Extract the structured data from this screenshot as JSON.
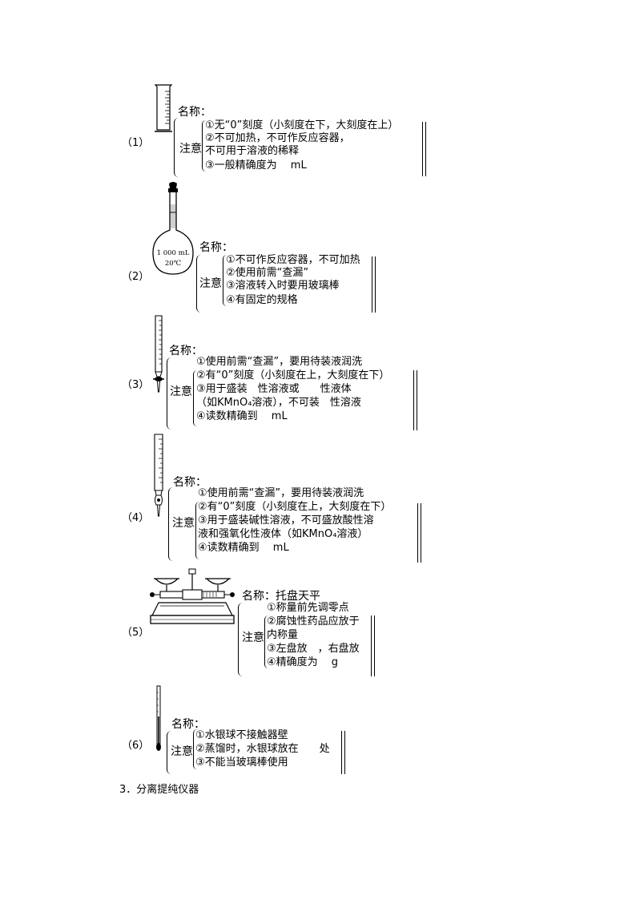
{
  "items": [
    {
      "num": "（1）",
      "name_label": "名称：",
      "note_label": "注意",
      "lines": [
        "①无“0”刻度（小刻度在下，大刻度在上）",
        "②不可加热，不可作反应容器，",
        "不可用于溶液的稀释",
        "③一般精确度为　 mL"
      ]
    },
    {
      "num": "（2）",
      "name_label": "名称：",
      "note_label": "注意",
      "flask_volume": "1 000 mL",
      "flask_temp": "20℃",
      "lines": [
        "①不可作反应容器，不可加热",
        "②使用前需“查漏”",
        "③溶液转入时要用玻璃棒",
        "④有固定的规格"
      ]
    },
    {
      "num": "（3）",
      "name_label": "名称：",
      "note_label": "注意",
      "lines": [
        "①使用前需“查漏”，要用待装液润洗",
        "②有“0”刻度（小刻度在上，大刻度在下）",
        "③用于盛装　性溶液或　　性液体",
        "（如KMnO₄溶液），不可装　性溶液",
        "④读数精确到　 mL"
      ]
    },
    {
      "num": "（4）",
      "name_label": "名称：",
      "note_label": "注意",
      "lines": [
        "①使用前需“查漏”，要用待装液润洗",
        "②有“0”刻度（小刻度在上，大刻度在下）",
        "③用于盛装碱性溶液，不可盛放酸性溶",
        "液和强氧化性液体（如KMnO₄溶液）",
        "④读数精确到　 mL"
      ]
    },
    {
      "num": "（5）",
      "name_label": "名称：托盘天平",
      "note_label": "注意",
      "lines": [
        "①称量前先调零点",
        "②腐蚀性药品应放于",
        "内称量",
        "③左盘放　，右盘放",
        "④精确度为　 g"
      ]
    },
    {
      "num": "（6）",
      "name_label": "名称：",
      "note_label": "注意",
      "lines": [
        "①水银球不接触器壁",
        "②蒸馏时，水银球放在　　处",
        "③不能当玻璃棒使用"
      ]
    }
  ],
  "section_heading": "3．分离提纯仪器"
}
